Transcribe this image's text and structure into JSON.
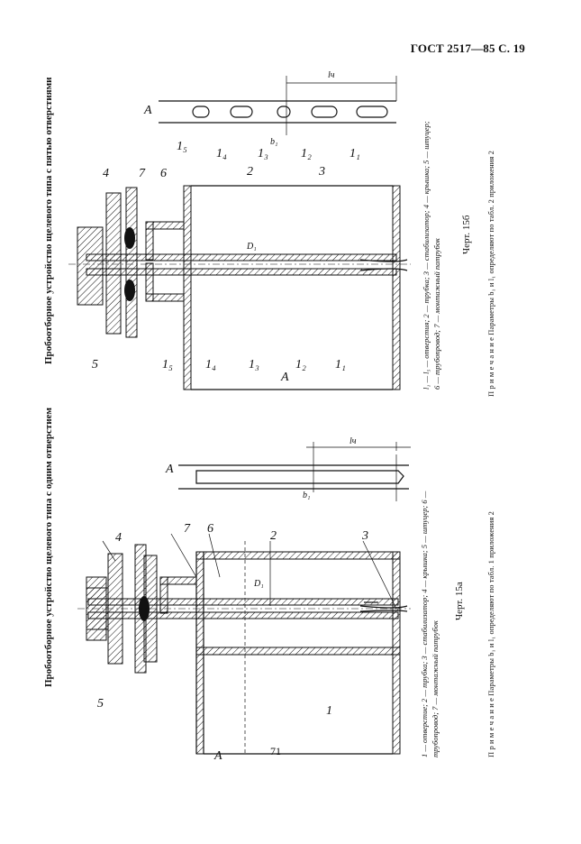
{
  "header": {
    "standard": "ГОСТ 2517—85 С. 19"
  },
  "page_number": "71",
  "figure_a": {
    "title": "Пробоотборное устройство щелевого типа с одним отверстием",
    "caption_line1": "1 — отверстие; 2 — трубка; 3 — стабилизатор; 4 — крышка; 5 — штуцер; 6 —",
    "caption_line2": "трубопровод; 7 — монтажный патрубок",
    "figure_label": "Черт. 15а",
    "note": "П р и м е ч а н и е  Параметры b₁ и l₁ определяют по табл. 1 приложения 2",
    "callouts": [
      "1",
      "2",
      "3",
      "4",
      "5",
      "6",
      "7"
    ],
    "view_label": "A",
    "dim_labels": {
      "D1": "D₁",
      "b1": "b₁",
      "lch": "lч"
    }
  },
  "figure_b": {
    "title": "Пробоотборное устройство щелевого типа с пятью отверстиями",
    "caption_line1": "l₁ — l₅ — отверстия; 2 — трубка; 3 — стабилизатор; 4 — крышка; 5 — штуцер;",
    "caption_line2": "6 — трубопровод; 7 — монтажный патрубок",
    "figure_label": "Черт. 15б",
    "note": "П р и м е ч а н и е  Параметры b₁ и l₁ определяют по табл. 2 приложения 2",
    "callouts": [
      "1₁",
      "1₂",
      "1₃",
      "1₄",
      "1₅",
      "2",
      "3",
      "4",
      "5",
      "6",
      "7"
    ],
    "view_label": "A",
    "dim_labels": {
      "D1": "D₁",
      "b1": "b₁",
      "lch": "lч"
    }
  }
}
